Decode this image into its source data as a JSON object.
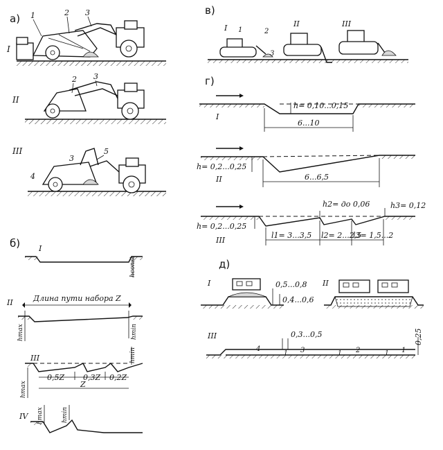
{
  "sections": {
    "a": "а)",
    "b": "б)",
    "v": "в)",
    "g": "г)",
    "d": "д)"
  },
  "roman": {
    "I": "I",
    "II": "II",
    "III": "III",
    "IV": "IV"
  },
  "arabic": {
    "n1": "1",
    "n2": "2",
    "n3": "3",
    "n4": "4",
    "n5": "5"
  },
  "b_labels": {
    "h_const": "hconst",
    "h_max": "hmax",
    "h_min": "hmin",
    "path_length": "Длина пути набора Z",
    "z": "Z",
    "seg1": "0,5Z",
    "seg2": "0,3Z",
    "seg3": "0,2Z"
  },
  "g_labels": {
    "h1": "h= 0,10...0,15",
    "len1": "6...10",
    "h2": "h= 0,2...0,25",
    "len2": "6...6,5",
    "h3": "h= 0,2...0,25",
    "h2_note": "h2= до 0,06",
    "h3_note": "h3= 0,12",
    "l1": "l1= 3...3,5",
    "l2": "l2= 2...2,5",
    "l3": "l3= 1,5...2"
  },
  "d_labels": {
    "w1": "0,5...0,8",
    "w2": "0,4...0,6",
    "w3": "0,3...0,5",
    "depth": "0,25",
    "n1": "1",
    "n2": "2",
    "n3": "3",
    "n4": "4"
  }
}
